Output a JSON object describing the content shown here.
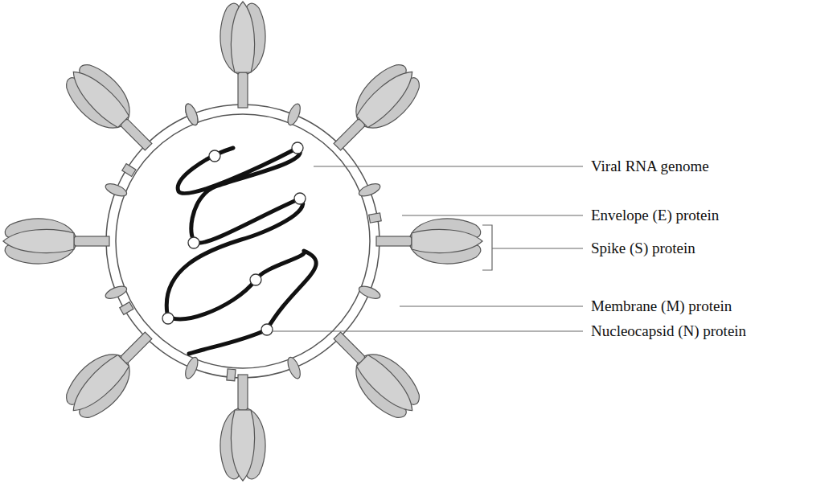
{
  "diagram": {
    "labels": [
      "Viral RNA genome",
      "Envelope (E) protein",
      "Spike (S) protein",
      "Membrane (M) protein",
      "Nucleocapsid (N) protein"
    ]
  }
}
